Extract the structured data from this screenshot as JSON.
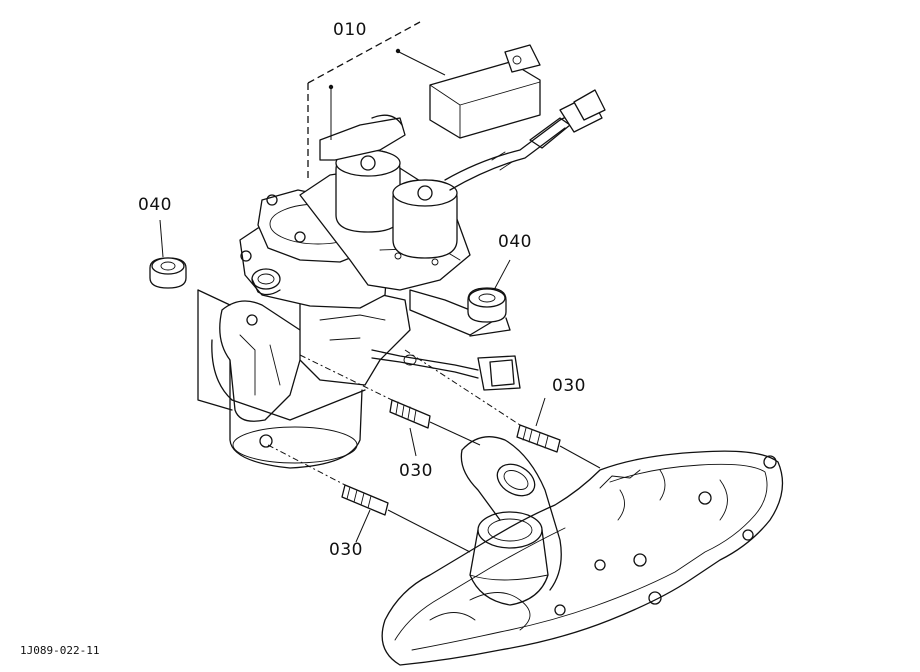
{
  "diagram": {
    "callouts": {
      "c010": "010",
      "c040_left": "040",
      "c040_right": "040",
      "c030_a": "030",
      "c030_b": "030",
      "c030_c": "030"
    },
    "drawing_code": "1J089-022-11"
  }
}
